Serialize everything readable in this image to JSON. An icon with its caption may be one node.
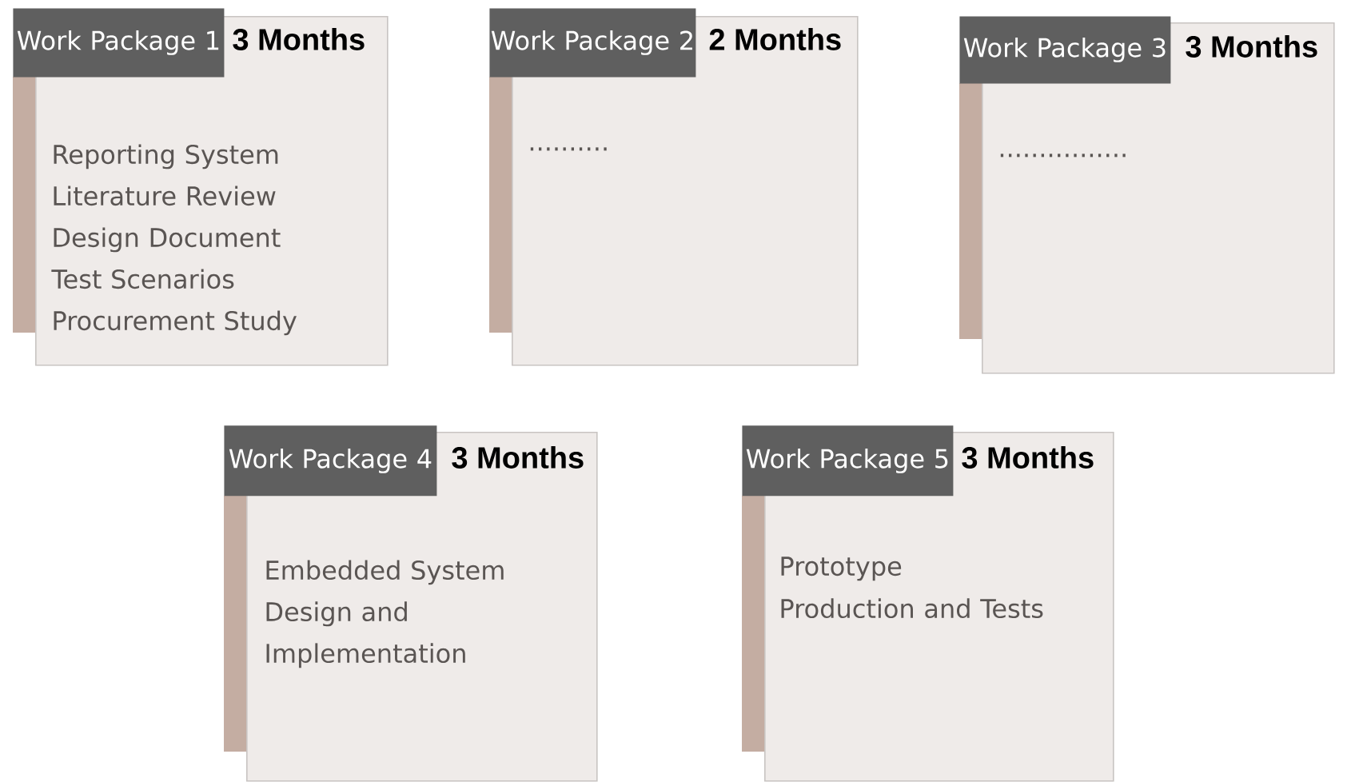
{
  "diagram": {
    "nodes": [
      {
        "text": [
          "Work Package 1",
          "3 Months",
          "Reporting System",
          "Literature Review",
          "Design Document",
          "Test Scenarios",
          "Procurement Study"
        ]
      },
      {
        "text": [
          "Work Package 2",
          "2 Months",
          ".........."
        ]
      },
      {
        "text": [
          "Work Package 3",
          "3 Months",
          "................"
        ]
      },
      {
        "text": [
          "Work Package 4",
          "3 Months",
          "Embedded System Design and Implementation"
        ]
      },
      {
        "text": [
          "Work Package 5",
          "3 Months",
          "Prototype",
          "Production and Tests"
        ]
      }
    ]
  }
}
